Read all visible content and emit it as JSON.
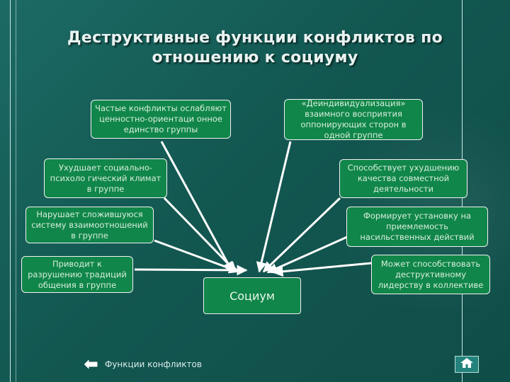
{
  "title": "Деструктивные функции конфликтов по отношению к социуму",
  "center": "Социум",
  "left_items": [
    "Частые конфликты ослабляют ценностно-ориентаци онное единство группы",
    "Ухудшает социально-психоло гический климат в группе",
    "Нарушает сложившуюся систему взаимоотношений в группе",
    "Приводит к разрушению традиций общения в группе"
  ],
  "right_items": [
    "«Деиндивидуализация» взаимного восприятия оппонирующих сторон в одной группе",
    "Способствует ухудшению качества совместной деятельности",
    "Формирует установку на приемлемость насильственных действий",
    "Может способствовать деструктивному лидерству в коллективе"
  ],
  "nav": {
    "back_label": "Функции конфликтов",
    "back_icon": "left-arrow-icon",
    "home_icon": "home-icon"
  },
  "colors": {
    "background": "#135751",
    "box_fill": "#11864a",
    "box_border": "#f2f2f2",
    "arrow": "#ffffff"
  }
}
